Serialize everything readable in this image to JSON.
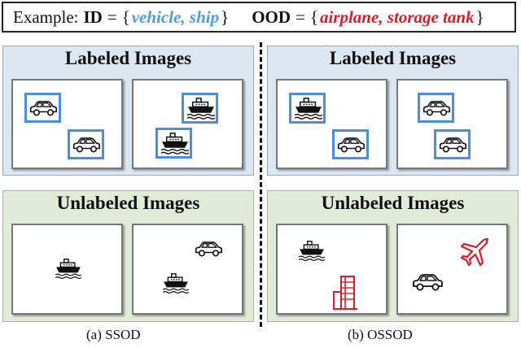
{
  "header": {
    "example_label": "Example:",
    "id_key": "ID",
    "equals": "=",
    "brace_open": "{",
    "brace_close": "}",
    "id_classes": "vehicle, ship",
    "ood_key": "OOD",
    "ood_classes": "airplane, storage tank"
  },
  "left": {
    "labeled_title": "Labeled Images",
    "unlabeled_title": "Unlabeled Images",
    "caption": "(a)  SSOD"
  },
  "right": {
    "labeled_title": "Labeled Images",
    "unlabeled_title": "Unlabeled Images",
    "caption": "(b)  OSSOD"
  },
  "colors": {
    "id_text": "#4f9de0",
    "ood_text": "#d61f2b",
    "bbox": "#4a8fdc",
    "labeled_bg": "#dde7f2",
    "unlabeled_bg": "#e2ebd9"
  },
  "icons": [
    "car-icon",
    "ship-icon",
    "airplane-icon",
    "storage-tank-icon"
  ]
}
